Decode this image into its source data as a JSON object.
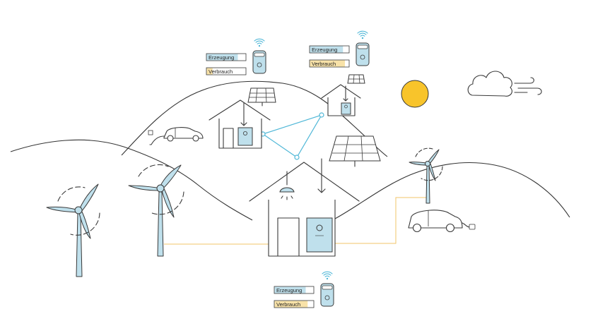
{
  "colors": {
    "battery_blue": "#bfe0ec",
    "sun_yellow": "#f8c42b",
    "consumption_yellow": "#f8e2a8",
    "power_line": "#f2c46a",
    "mesh_line": "#4fb7d7",
    "line_dark": "#3a3a3a"
  },
  "icons": [
    "wind-turbine-icon",
    "sun-icon",
    "cloud-icon",
    "wind-icon",
    "house-icon",
    "solar-panel-icon",
    "battery-icon",
    "electric-car-icon",
    "ceiling-lamp-icon",
    "wifi-icon"
  ],
  "panels": [
    {
      "erzeugung_label": "Erzeugung",
      "verbrauch_label": "Verbrauch",
      "erzeugung_level": 0.8,
      "verbrauch_level": 0.15
    },
    {
      "erzeugung_label": "Erzeugung",
      "verbrauch_label": "Verbrauch",
      "erzeugung_level": 0.85,
      "verbrauch_level": 0.9
    },
    {
      "erzeugung_label": "Erzeugung",
      "verbrauch_label": "Verbrauch",
      "erzeugung_level": 0.8,
      "verbrauch_level": 0.85
    }
  ]
}
